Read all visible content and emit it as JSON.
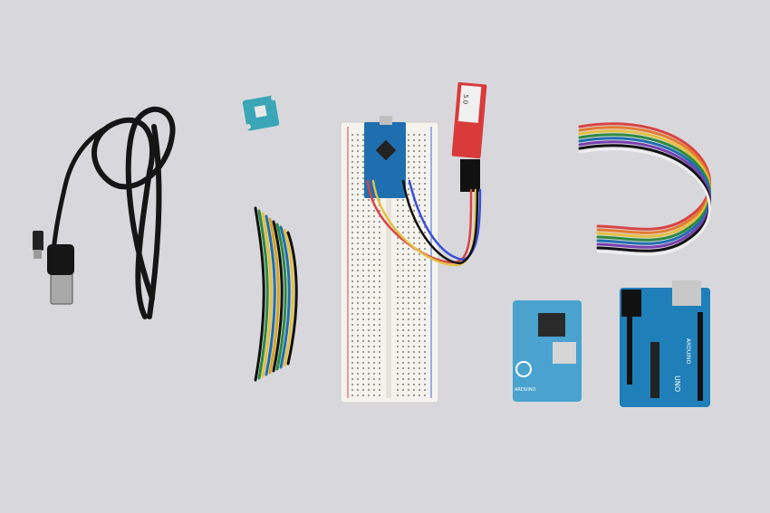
{
  "scene": {
    "description_items": [
      "usb-cable",
      "grove-sensor",
      "breadboard",
      "arduino-nano",
      "bluetooth-module",
      "jumper-wire-bundle-loose",
      "jumper-wire-bundle-colored",
      "arduino-sd-shield",
      "arduino-uno"
    ],
    "colors": {
      "background": "#d8d8dc",
      "arduino_blue": "#1f7fb8",
      "grove_teal": "#3aa6b8",
      "bt_red": "#d93a3a",
      "breadboard": "#f5f3ee"
    }
  },
  "labels": {
    "bt_module_text": "5.0",
    "sd_board_brand": "ARDUINO",
    "uno_board_brand": "UNO",
    "uno_arduino": "ARDUINO"
  }
}
